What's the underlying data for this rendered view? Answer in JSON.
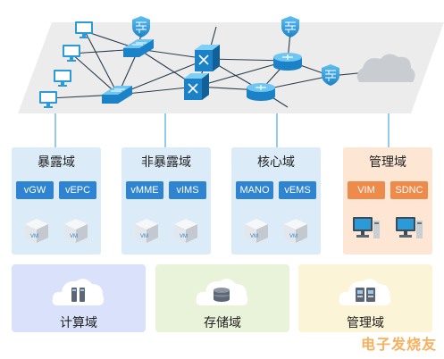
{
  "domains": [
    {
      "title": "暴露域",
      "chips": [
        "vGW",
        "vEPC"
      ],
      "kind": "vm"
    },
    {
      "title": "非暴露域",
      "chips": [
        "vMME",
        "vIMS"
      ],
      "kind": "vm"
    },
    {
      "title": "核心域",
      "chips": [
        "MANO",
        "vEMS"
      ],
      "kind": "vm"
    },
    {
      "title": "管理域",
      "chips": [
        "VIM",
        "SDNC"
      ],
      "kind": "pc"
    }
  ],
  "vm_label": "VM",
  "resources": [
    {
      "label": "计算域"
    },
    {
      "label": "存储域"
    },
    {
      "label": "管理域"
    }
  ],
  "watermark": "电子发烧友",
  "colors": {
    "chip_blue": "#2e84d0",
    "chip_orange": "#ee8a4a",
    "domain_blue_bg": "#dcebf8",
    "domain_orange_bg": "#fde6d4",
    "compute_bg": "#d9e1fb",
    "storage_bg": "#e9f3d9",
    "network_bg": "#fbf4d7",
    "device_blue": "#2a9ad8"
  }
}
